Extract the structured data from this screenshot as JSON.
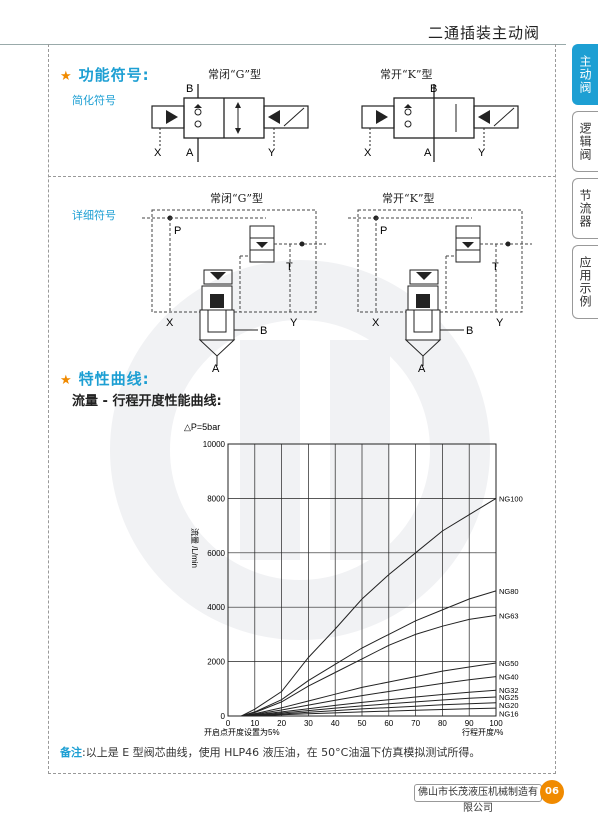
{
  "header": {
    "title": "二通插装主动阀"
  },
  "side_tabs": [
    {
      "label": "主动阀",
      "active": true
    },
    {
      "label": "逻辑阀",
      "active": false
    },
    {
      "label": "节流器",
      "active": false
    },
    {
      "label": "应用示例",
      "active": false
    }
  ],
  "section1": {
    "title": "功能符号:",
    "simplified_label": "简化符号",
    "detailed_label": "详细符号"
  },
  "symbols": {
    "g_type": "常闭“G”型",
    "k_type": "常开“K”型",
    "ports": {
      "B": "B",
      "A": "A",
      "X": "X",
      "Y": "Y",
      "P": "P",
      "T": "T",
      "x": "x"
    }
  },
  "section2": {
    "title": "特性曲线:",
    "subtitle": "流量 - 行程开度性能曲线:"
  },
  "chart_data": {
    "type": "line",
    "title": "△P=5bar",
    "ylabel": "流量 /L/min",
    "xlabel": "行程开度/%",
    "x_start_label": "开启点开度设置为5%",
    "xlim": [
      0,
      100
    ],
    "ylim": [
      0,
      10000
    ],
    "x_ticks": [
      0,
      10,
      20,
      30,
      40,
      50,
      60,
      70,
      80,
      90,
      100
    ],
    "y_ticks": [
      0,
      2000,
      4000,
      6000,
      8000,
      10000
    ],
    "series": [
      {
        "name": "NG100",
        "x": [
          5,
          10,
          20,
          30,
          40,
          50,
          60,
          70,
          80,
          90,
          100
        ],
        "y": [
          0,
          250,
          900,
          2150,
          3200,
          4300,
          5200,
          6000,
          6800,
          7400,
          8000
        ]
      },
      {
        "name": "NG80",
        "x": [
          5,
          10,
          20,
          30,
          40,
          50,
          60,
          70,
          80,
          90,
          100
        ],
        "y": [
          0,
          150,
          600,
          1300,
          1900,
          2500,
          3000,
          3500,
          3900,
          4300,
          4600
        ]
      },
      {
        "name": "NG63",
        "x": [
          5,
          10,
          20,
          30,
          40,
          50,
          60,
          70,
          80,
          90,
          100
        ],
        "y": [
          0,
          130,
          520,
          1100,
          1600,
          2100,
          2600,
          3000,
          3300,
          3550,
          3700
        ]
      },
      {
        "name": "NG50",
        "x": [
          5,
          10,
          20,
          30,
          40,
          50,
          60,
          70,
          80,
          90,
          100
        ],
        "y": [
          0,
          80,
          300,
          550,
          800,
          1050,
          1250,
          1450,
          1650,
          1800,
          1950
        ]
      },
      {
        "name": "NG40",
        "x": [
          5,
          10,
          20,
          30,
          40,
          50,
          60,
          70,
          80,
          90,
          100
        ],
        "y": [
          0,
          60,
          220,
          400,
          580,
          750,
          900,
          1050,
          1200,
          1330,
          1450
        ]
      },
      {
        "name": "NG32",
        "x": [
          5,
          10,
          20,
          30,
          40,
          50,
          60,
          70,
          80,
          90,
          100
        ],
        "y": [
          0,
          40,
          150,
          270,
          390,
          500,
          600,
          700,
          790,
          870,
          950
        ]
      },
      {
        "name": "NG25",
        "x": [
          5,
          10,
          20,
          30,
          40,
          50,
          60,
          70,
          80,
          90,
          100
        ],
        "y": [
          0,
          30,
          110,
          200,
          290,
          370,
          450,
          520,
          590,
          650,
          700
        ]
      },
      {
        "name": "NG20",
        "x": [
          5,
          10,
          20,
          30,
          40,
          50,
          60,
          70,
          80,
          90,
          100
        ],
        "y": [
          0,
          20,
          75,
          140,
          200,
          260,
          310,
          360,
          410,
          450,
          490
        ]
      },
      {
        "name": "NG16",
        "x": [
          5,
          10,
          20,
          30,
          40,
          50,
          60,
          70,
          80,
          90,
          100
        ],
        "y": [
          0,
          12,
          45,
          80,
          115,
          150,
          180,
          210,
          240,
          265,
          290
        ]
      }
    ],
    "label_y": {
      "NG100": 8000,
      "NG80": 4600,
      "NG63": 3700,
      "NG50": 1950,
      "NG40": 1450,
      "NG32": 950,
      "NG25": 700,
      "NG20": 400,
      "NG16": 100
    },
    "grid": true
  },
  "note": {
    "key": "备注",
    "text": ":以上是 E 型阀芯曲线，使用 HLP46 液压油，在 50°C油温下仿真模拟测试所得。"
  },
  "footer": {
    "company": "佛山市长茂液压机械制造有限公司",
    "page": "06"
  },
  "colors": {
    "accent": "#1d9fd3",
    "orange": "#f08a00"
  }
}
